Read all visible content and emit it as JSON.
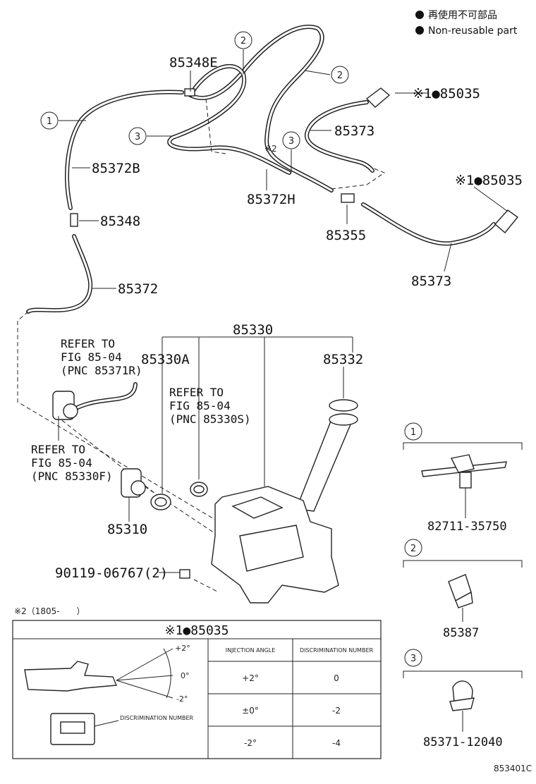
{
  "legend": {
    "jp": "再使用不可部品",
    "en": "Non-reusable part"
  },
  "callouts": {
    "c1": "1",
    "c2": "2",
    "c3": "3",
    "note2": "※2"
  },
  "parts": {
    "p85348E": "85348E",
    "p85035a": "※1●85035",
    "p85373a": "85373",
    "p85372B": "85372B",
    "p85372H": "85372H",
    "p85035b": "※1●85035",
    "p85348": "85348",
    "p85355": "85355",
    "p85372": "85372",
    "p85373b": "85373",
    "p85330": "85330",
    "p85330A": "85330A",
    "p85332": "85332",
    "p85310": "85310",
    "p90119": "90119-06767(2)"
  },
  "refs": {
    "r1": [
      "REFER TO",
      "FIG 85-04",
      "(PNC 85371R)"
    ],
    "r2": [
      "REFER TO",
      "FIG 85-04",
      "(PNC 85330S)"
    ],
    "r3": [
      "REFER TO",
      "FIG 85-04",
      "(PNC 85330F)"
    ]
  },
  "clips": {
    "c1_part": "82711-35750",
    "c2_part": "85387",
    "c3_part": "85371-12040"
  },
  "note": "※2（1805-　　）",
  "table": {
    "title": "※1●85035",
    "col1": "INJECTION ANGLE",
    "col2": "DISCRIMINATION NUMBER",
    "rows": [
      {
        "angle": "+2°",
        "num": "0"
      },
      {
        "angle": "±0°",
        "num": "-2"
      },
      {
        "angle": "-2°",
        "num": "-4"
      }
    ],
    "ang_plus": "+2°",
    "ang_zero": "0°",
    "ang_minus": "-2°",
    "disc_label": "DISCRIMINATION NUMBER"
  },
  "figure_id": "853401C"
}
